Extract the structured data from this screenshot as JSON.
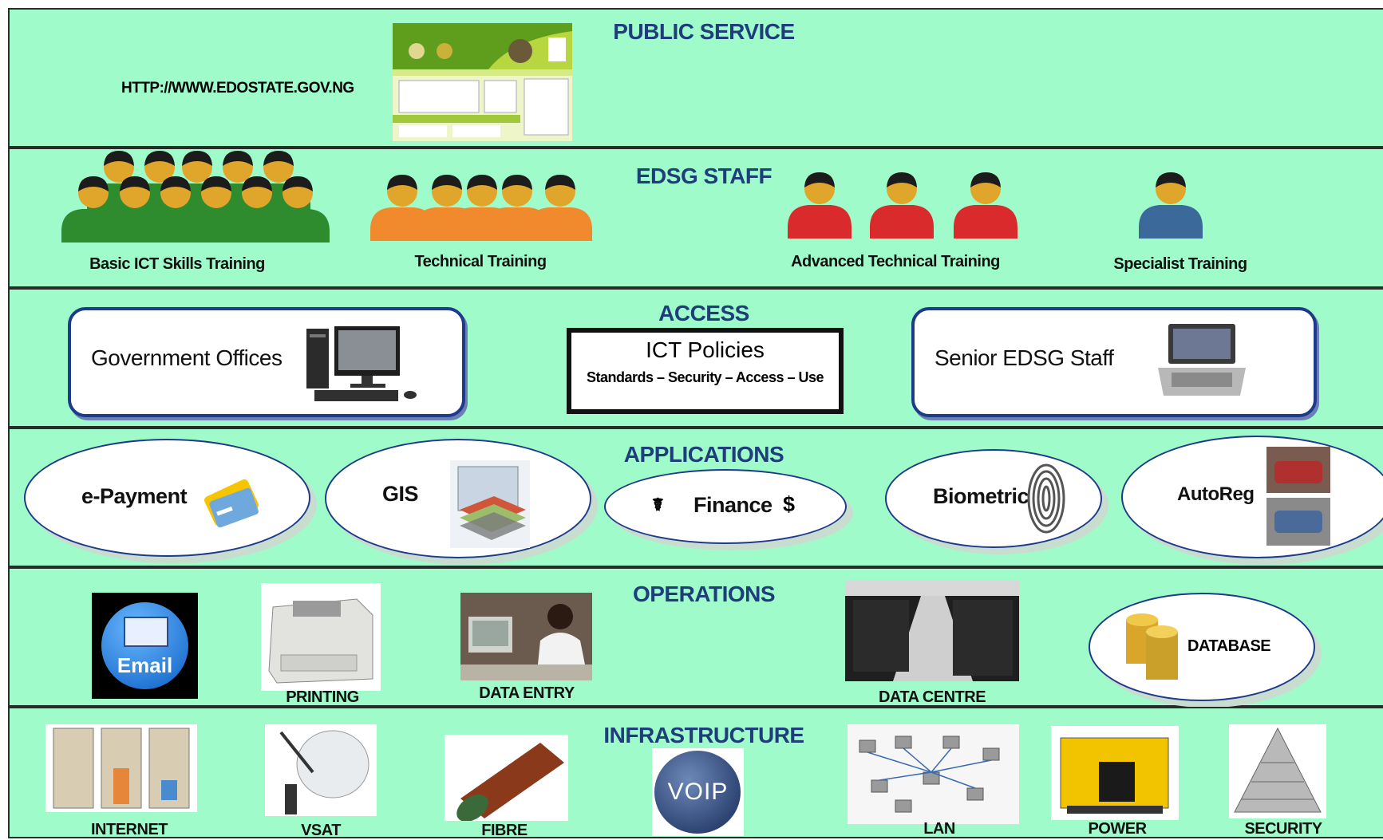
{
  "public_service": {
    "title": "PUBLIC SERVICE",
    "url": "HTTP://WWW.EDOSTATE.GOV.NG"
  },
  "staff": {
    "title": "EDSG STAFF",
    "groups": [
      {
        "label": "Basic ICT Skills Training",
        "color": "#2e8b2e"
      },
      {
        "label": "Technical Training",
        "color": "#f08a2c"
      },
      {
        "label": "Advanced Technical Training",
        "color": "#d92b2b"
      },
      {
        "label": "Specialist Training",
        "color": "#3b6a9a"
      }
    ]
  },
  "access": {
    "title": "ACCESS",
    "gov_offices": "Government Offices",
    "policies_title": "ICT Policies",
    "policies_sub": "Standards – Security – Access – Use",
    "senior_staff": "Senior  EDSG Staff"
  },
  "applications": {
    "title": "APPLICATIONS",
    "items": [
      "e-Payment",
      "GIS",
      "Finance",
      "Biometric",
      "AutoReg"
    ]
  },
  "operations": {
    "title": "OPERATIONS",
    "email_icon": "Email",
    "items": [
      "PRINTING",
      "DATA ENTRY",
      "DATA CENTRE",
      "DATABASE"
    ]
  },
  "infrastructure": {
    "title": "INFRASTRUCTURE",
    "voip_icon": "VOIP",
    "items": [
      "INTERNET",
      "VSAT",
      "FIBRE",
      "LAN",
      "POWER",
      "SECURITY"
    ]
  }
}
